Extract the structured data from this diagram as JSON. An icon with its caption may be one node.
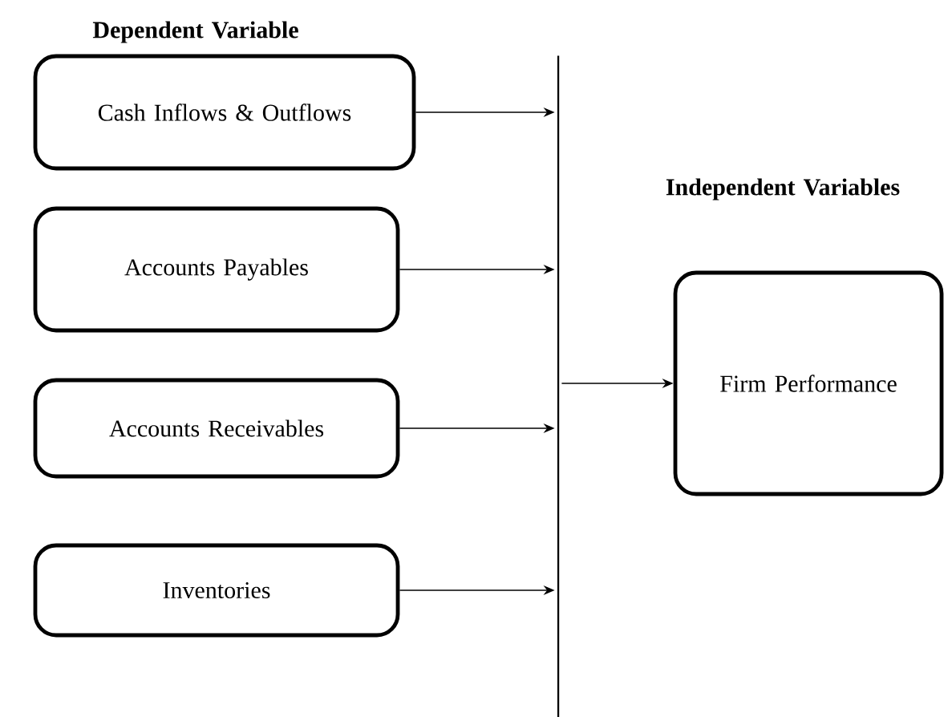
{
  "diagram": {
    "nodes": [
      {
        "text": [
          "Cash Inflows & Outflows"
        ]
      },
      {
        "text": [
          "Accounts Payables"
        ]
      },
      {
        "text": [
          "Accounts Receivables"
        ]
      },
      {
        "text": [
          "Inventories"
        ]
      },
      {
        "text": [],
        "shape": "bar"
      },
      {
        "text": [
          "Firm Performance"
        ]
      }
    ],
    "edges": [
      {
        "from": 0,
        "to": 4,
        "arrow": "to"
      },
      {
        "from": 1,
        "to": 4,
        "arrow": "to"
      },
      {
        "from": 2,
        "to": 4,
        "arrow": "to"
      },
      {
        "from": 3,
        "to": 4,
        "arrow": "to"
      },
      {
        "from": 4,
        "to": 5,
        "arrow": "to"
      }
    ],
    "labels": [
      "Dependent Variable",
      "Independent Variables"
    ]
  }
}
